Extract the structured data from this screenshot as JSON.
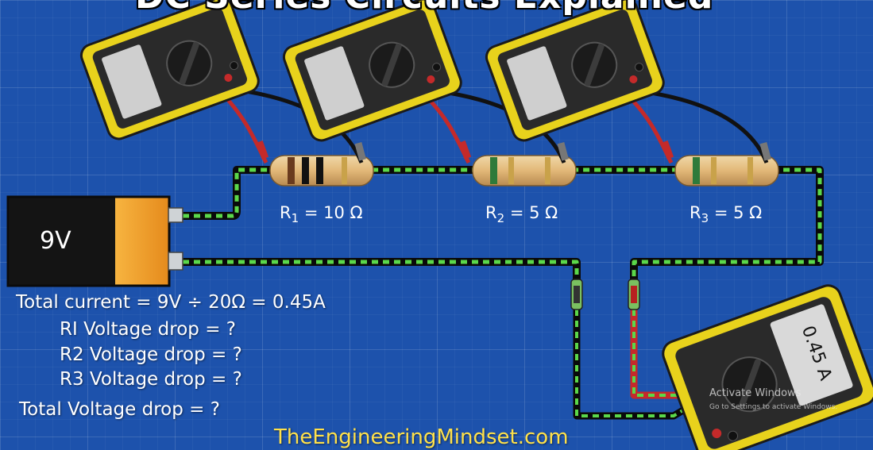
{
  "title": "DC Series Circuits Explained",
  "battery": {
    "label": "9V"
  },
  "resistors": [
    {
      "name": "R",
      "sub": "1",
      "value": "= 10 Ω"
    },
    {
      "name": "R",
      "sub": "2",
      "value": "= 5 Ω"
    },
    {
      "name": "R",
      "sub": "3",
      "value": "= 5 Ω"
    }
  ],
  "ammeter": {
    "reading": "0.45 A"
  },
  "calculations": {
    "total_current": "Total current = 9V ÷ 20Ω = 0.45A",
    "r1_drop": "RI Voltage drop = ?",
    "r2_drop": "R2 Voltage drop = ?",
    "r3_drop": "R3 Voltage drop = ?",
    "total_drop": "Total Voltage drop = ?"
  },
  "footer": "TheEngineeringMindset.com",
  "watermark": {
    "line1": "Activate Windows",
    "line2": "Go to Settings to activate Windows."
  },
  "colors": {
    "background": "#1d52ac",
    "wire_dash": "#5bd84a",
    "multimeter_body": "#e8d21c",
    "battery_orange": "#f0a030",
    "footer_text": "#ffe14a"
  }
}
